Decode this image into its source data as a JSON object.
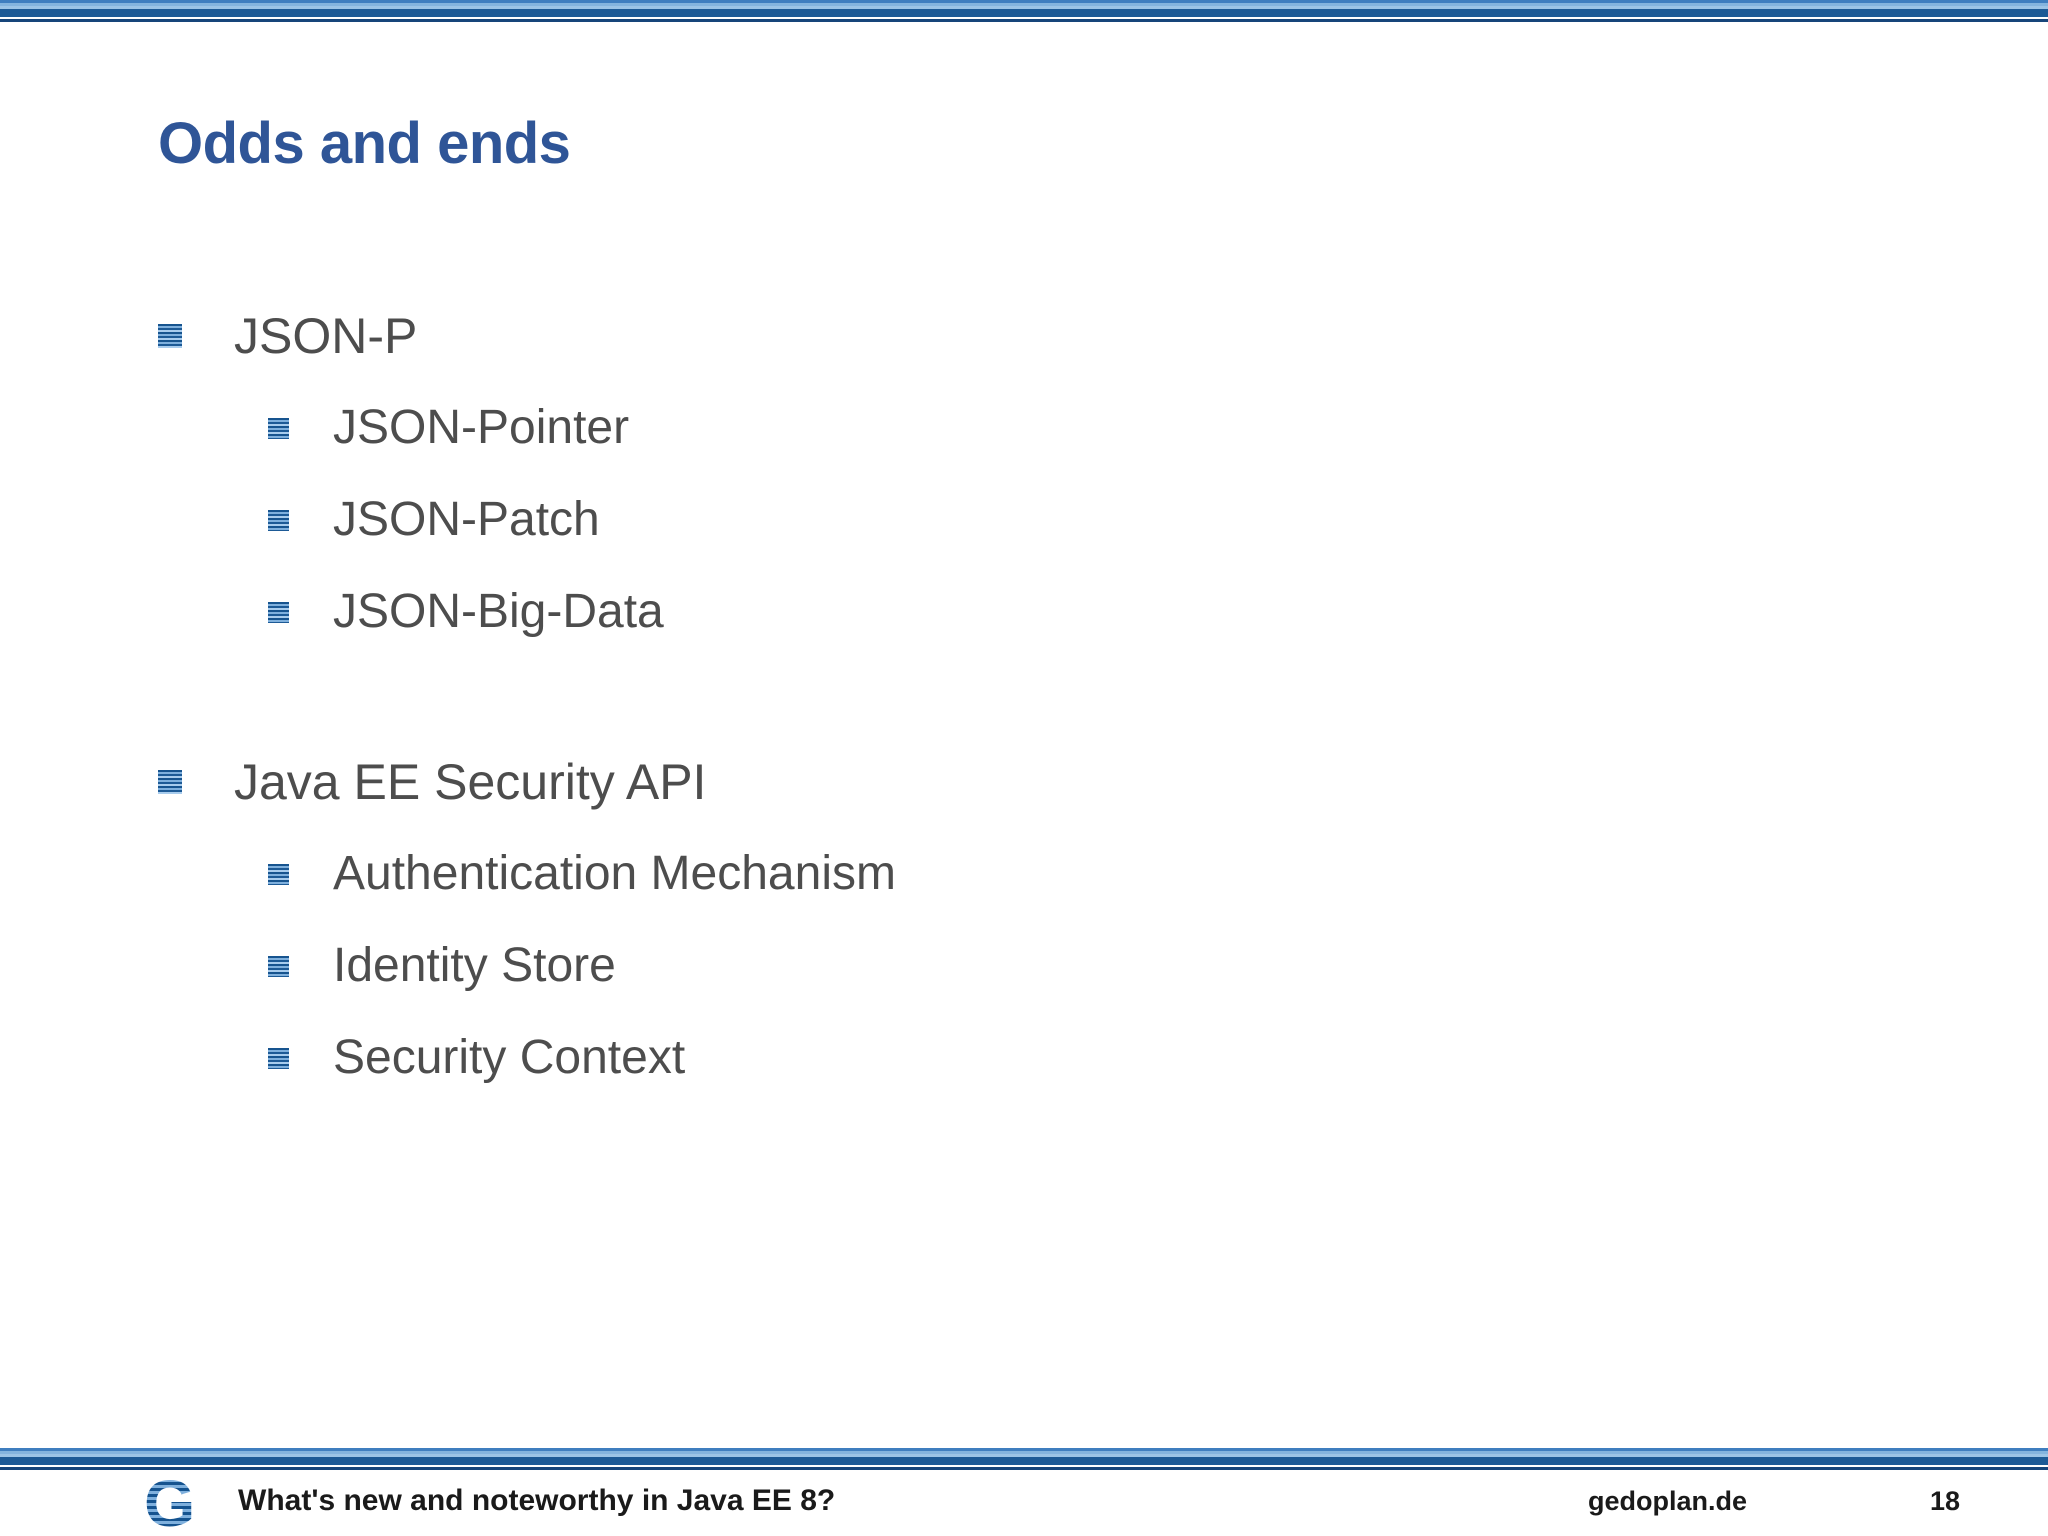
{
  "slide": {
    "title": "Odds and ends",
    "accent_color": "#2f5597",
    "body_text_color": "#4d4d4d",
    "bullet_color": "#1d5a96",
    "background_color": "#ffffff"
  },
  "content": {
    "groups": [
      {
        "lead": "JSON-P",
        "sub": [
          "JSON-Pointer",
          "JSON-Patch",
          "JSON-Big-Data"
        ]
      },
      {
        "lead": "Java EE Security API",
        "sub": [
          "Authentication Mechanism",
          "Identity Store",
          "Security Context"
        ]
      }
    ]
  },
  "footer": {
    "logo_letter": "G",
    "presentation_title": "What's new and noteworthy in Java EE 8?",
    "site": "gedoplan.de",
    "page_number": "18"
  }
}
